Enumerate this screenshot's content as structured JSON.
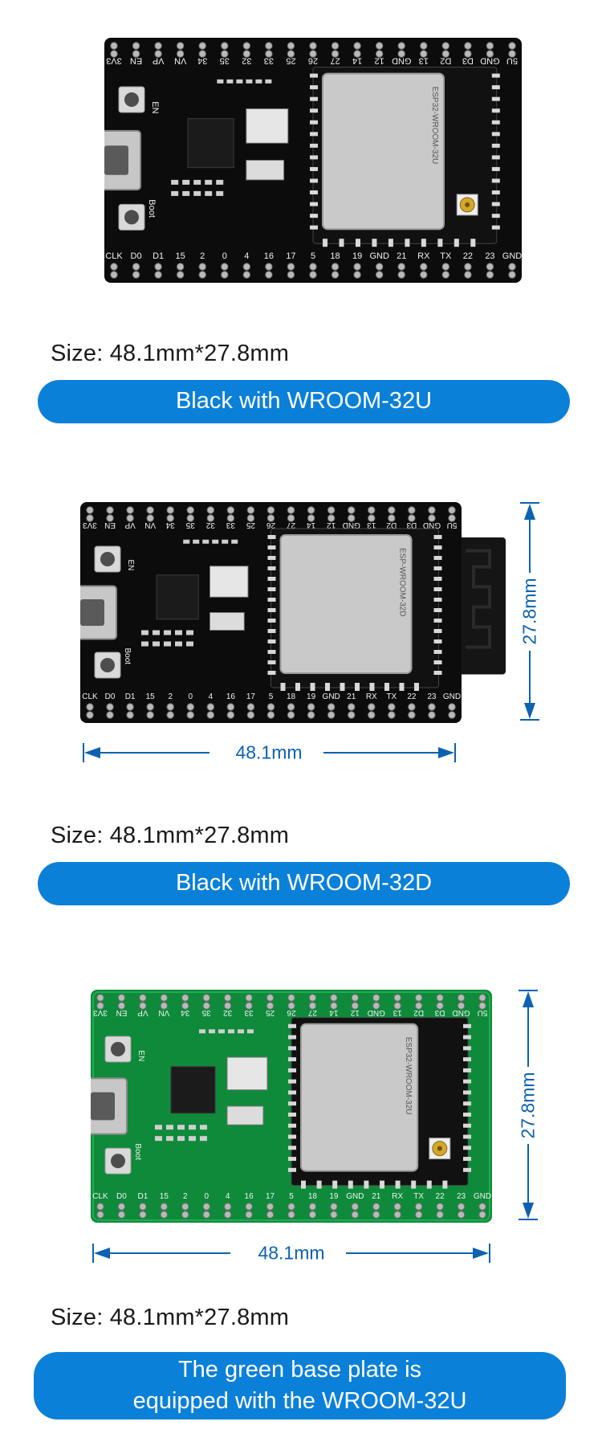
{
  "colors": {
    "pill": "#0b80d8",
    "dimension": "#0d62b0",
    "board_black": "#0c0c0c",
    "board_green": "#0e8a3a",
    "module": "#c9c9c9",
    "pin": "#b9b9b9"
  },
  "top_pins": [
    "5U",
    "GND",
    "D3",
    "D2",
    "13",
    "GND",
    "12",
    "14",
    "27",
    "26",
    "25",
    "33",
    "32",
    "35",
    "34",
    "VN",
    "VP",
    "EN",
    "3V3"
  ],
  "bottom_pins": [
    "CLK",
    "D0",
    "D1",
    "15",
    "2",
    "0",
    "4",
    "16",
    "17",
    "5",
    "18",
    "19",
    "GND",
    "21",
    "RX",
    "TX",
    "22",
    "23",
    "GND"
  ],
  "board_labels": {
    "en": "EN",
    "boot": "Boot"
  },
  "sections": [
    {
      "board": "black",
      "module_text": "ESP32-WROOM-32U",
      "size": "Size: 48.1mm*27.8mm",
      "caption_lines": [
        "Black with WROOM-32U"
      ],
      "width_label": "",
      "height_label": ""
    },
    {
      "board": "black",
      "module_text": "ESP-WROOM-32D",
      "size": "Size: 48.1mm*27.8mm",
      "caption_lines": [
        "Black with WROOM-32D"
      ],
      "width_label": "48.1mm",
      "height_label": "27.8mm"
    },
    {
      "board": "green",
      "module_text": "ESP32-WROOM-32U",
      "size": "Size: 48.1mm*27.8mm",
      "caption_lines": [
        "The green base plate is",
        "equipped with the WROOM-32U"
      ],
      "width_label": "48.1mm",
      "height_label": "27.8mm"
    }
  ]
}
